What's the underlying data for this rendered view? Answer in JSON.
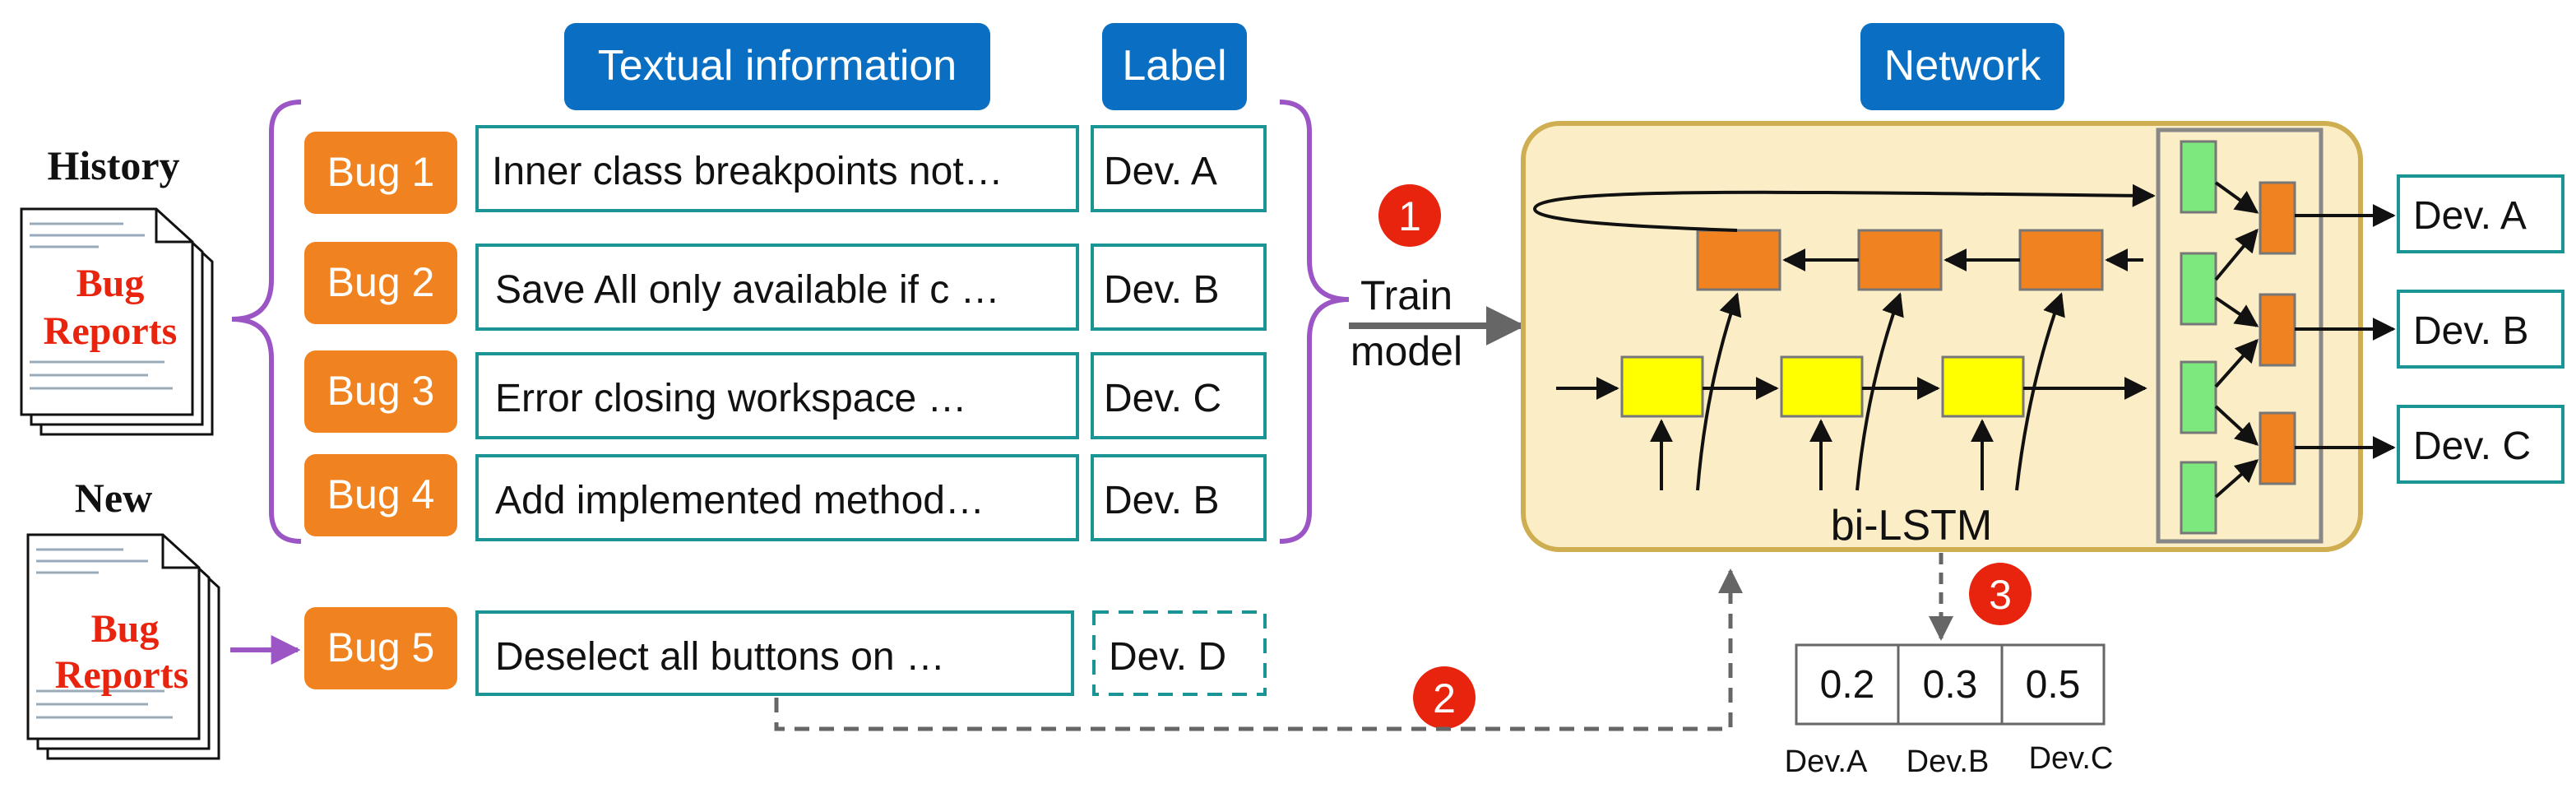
{
  "headers": {
    "textual_information": "Textual information",
    "label": "Label",
    "network": "Network"
  },
  "history_title": "History",
  "new_title": "New",
  "doc_label_line1": "Bug",
  "doc_label_line2": "Reports",
  "bugs": [
    {
      "id": "Bug 1",
      "text": "Inner class breakpoints not…",
      "label": "Dev. A"
    },
    {
      "id": "Bug 2",
      "text": "Save All only available if c …",
      "label": "Dev. B"
    },
    {
      "id": "Bug 3",
      "text": "Error closing workspace …",
      "label": "Dev. C"
    },
    {
      "id": "Bug 4",
      "text": "Add implemented method…",
      "label": "Dev. B"
    }
  ],
  "new_bug": {
    "id": "Bug 5",
    "text": "Deselect all  buttons on …",
    "label": "Dev. D"
  },
  "train_line1": "Train",
  "train_line2": "model",
  "steps": [
    "1",
    "2",
    "3"
  ],
  "bilstm_label": "bi-LSTM",
  "outputs": [
    "Dev. A",
    "Dev. B",
    "Dev. C"
  ],
  "probabilities": {
    "values": [
      "0.2",
      "0.3",
      "0.5"
    ],
    "labels": [
      "Dev.A",
      "Dev.B",
      "Dev.C"
    ]
  },
  "colors": {
    "blue_header": "#0a6fc2",
    "orange": "#f0821f",
    "teal": "#1a9494",
    "purple": "#9b55c4",
    "red": "#e8240e",
    "network_bg": "#fbedc6",
    "network_border": "#cfae52",
    "yellow_cell": "#ffff00",
    "green_cell": "#7de87d"
  }
}
